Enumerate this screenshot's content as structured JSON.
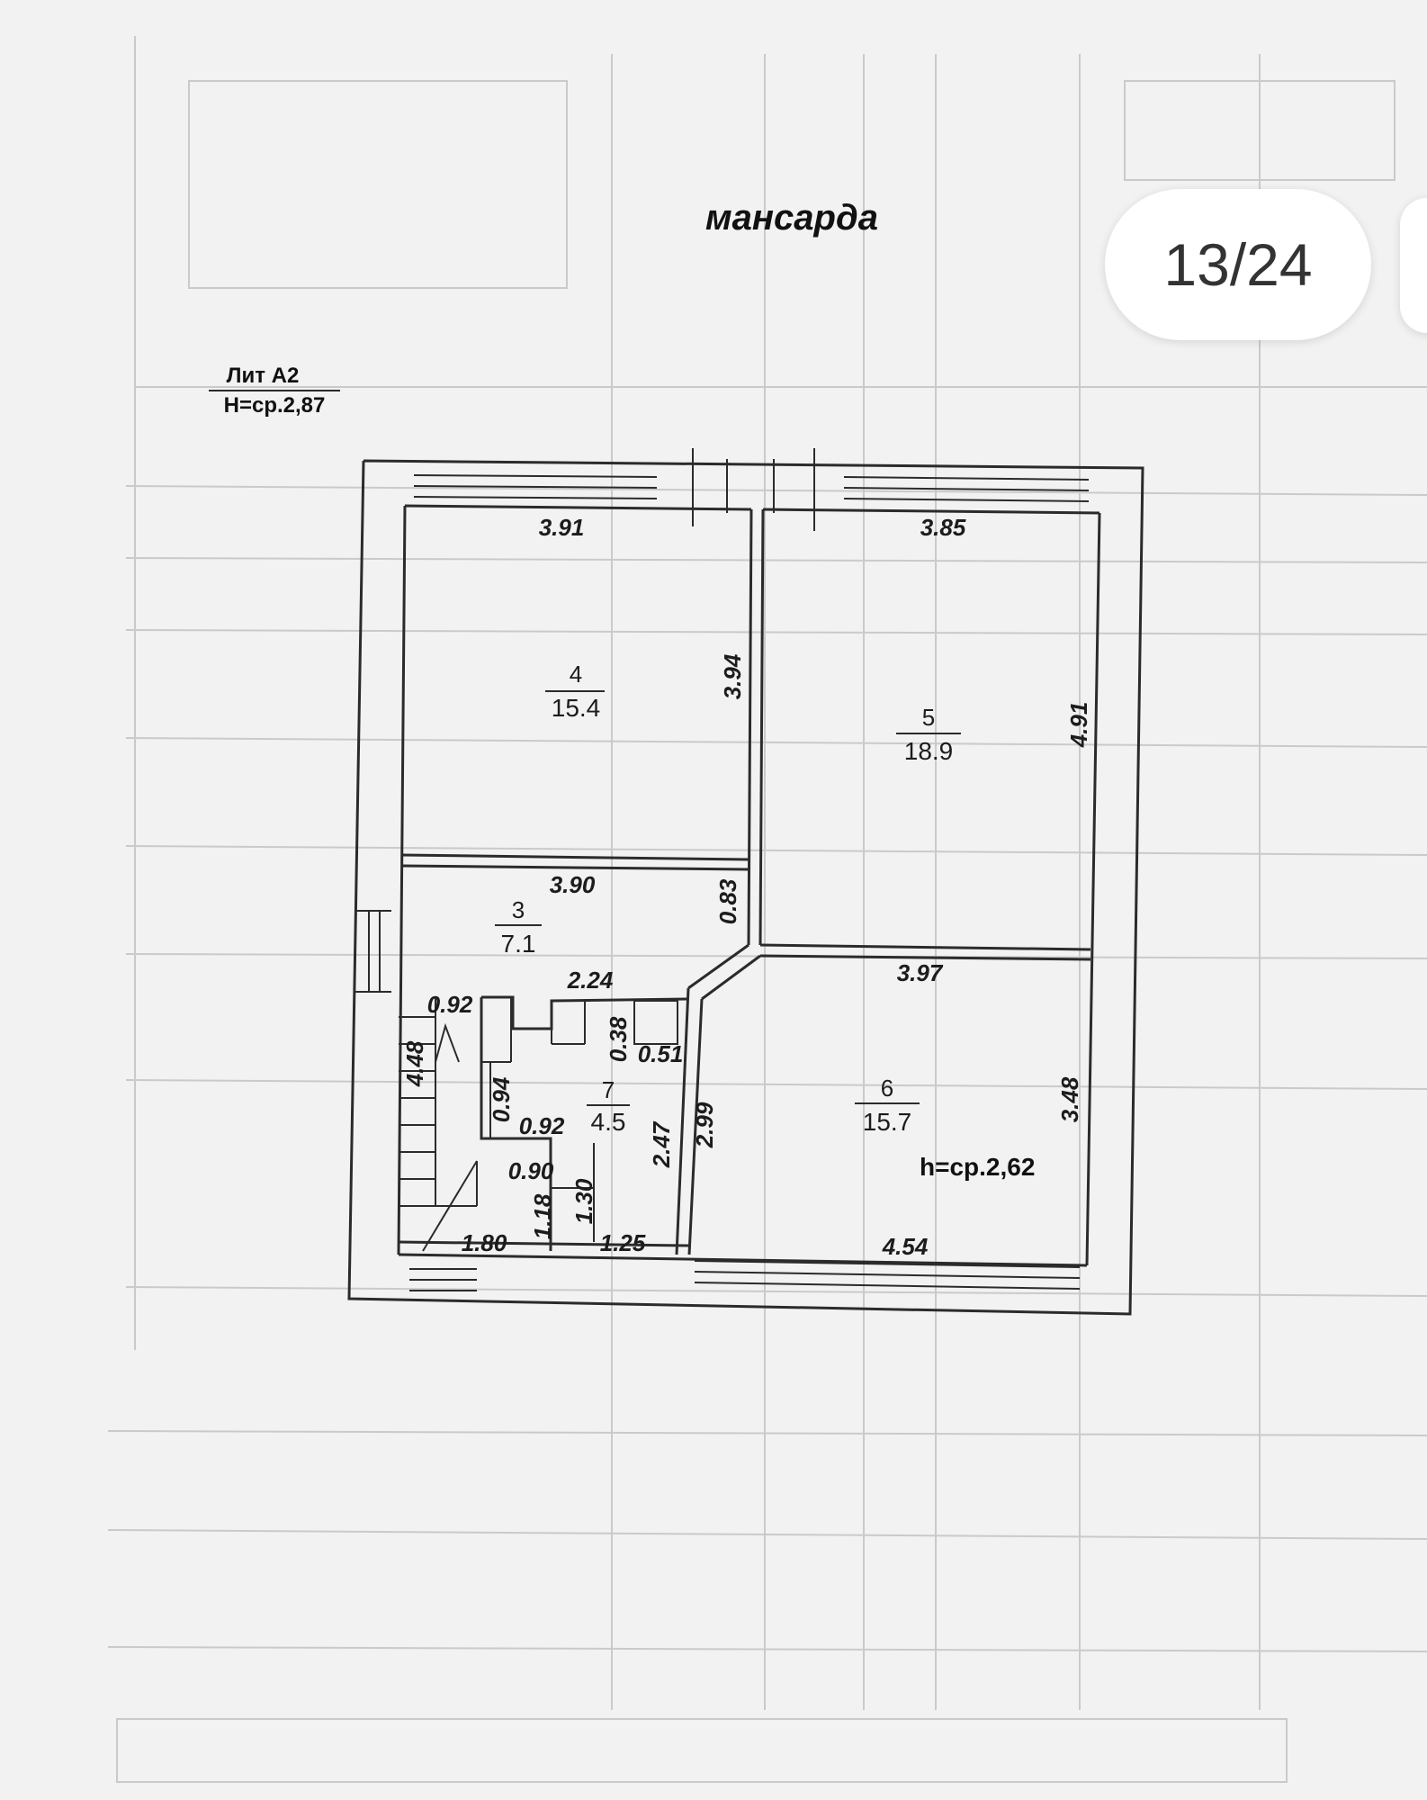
{
  "title": "мансарда",
  "page_indicator": "13/24",
  "lit": {
    "name": "Лит А2",
    "height": "Н=ср.2,87"
  },
  "room_6_height": "h=ср.2,62",
  "rooms": [
    {
      "number": "4",
      "area": "15.4"
    },
    {
      "number": "5",
      "area": "18.9"
    },
    {
      "number": "3",
      "area": "7.1"
    },
    {
      "number": "7",
      "area": "4.5"
    },
    {
      "number": "6",
      "area": "15.7"
    }
  ],
  "dimensions": {
    "room4_top": "3.91",
    "room5_top": "3.85",
    "room4_right": "3.94",
    "room5_right": "4.91",
    "room3_top": "3.90",
    "corridor_right": "0.83",
    "room6_top": "3.97",
    "stair_landing": "2.24",
    "stair_step_width": "0.92",
    "stair_length": "4.48",
    "niche_height": "0.38",
    "niche_width": "0.51",
    "room7_left": "0.94",
    "room7_inner_width": "0.92",
    "room7_right": "2.47",
    "room6_left": "2.99",
    "room6_right": "3.48",
    "lower_step": "0.90",
    "lower_height_a": "1.30",
    "lower_height_b": "1.18",
    "stair_bottom": "1.80",
    "room7_bottom": "1.25",
    "room6_bottom": "4.54"
  }
}
